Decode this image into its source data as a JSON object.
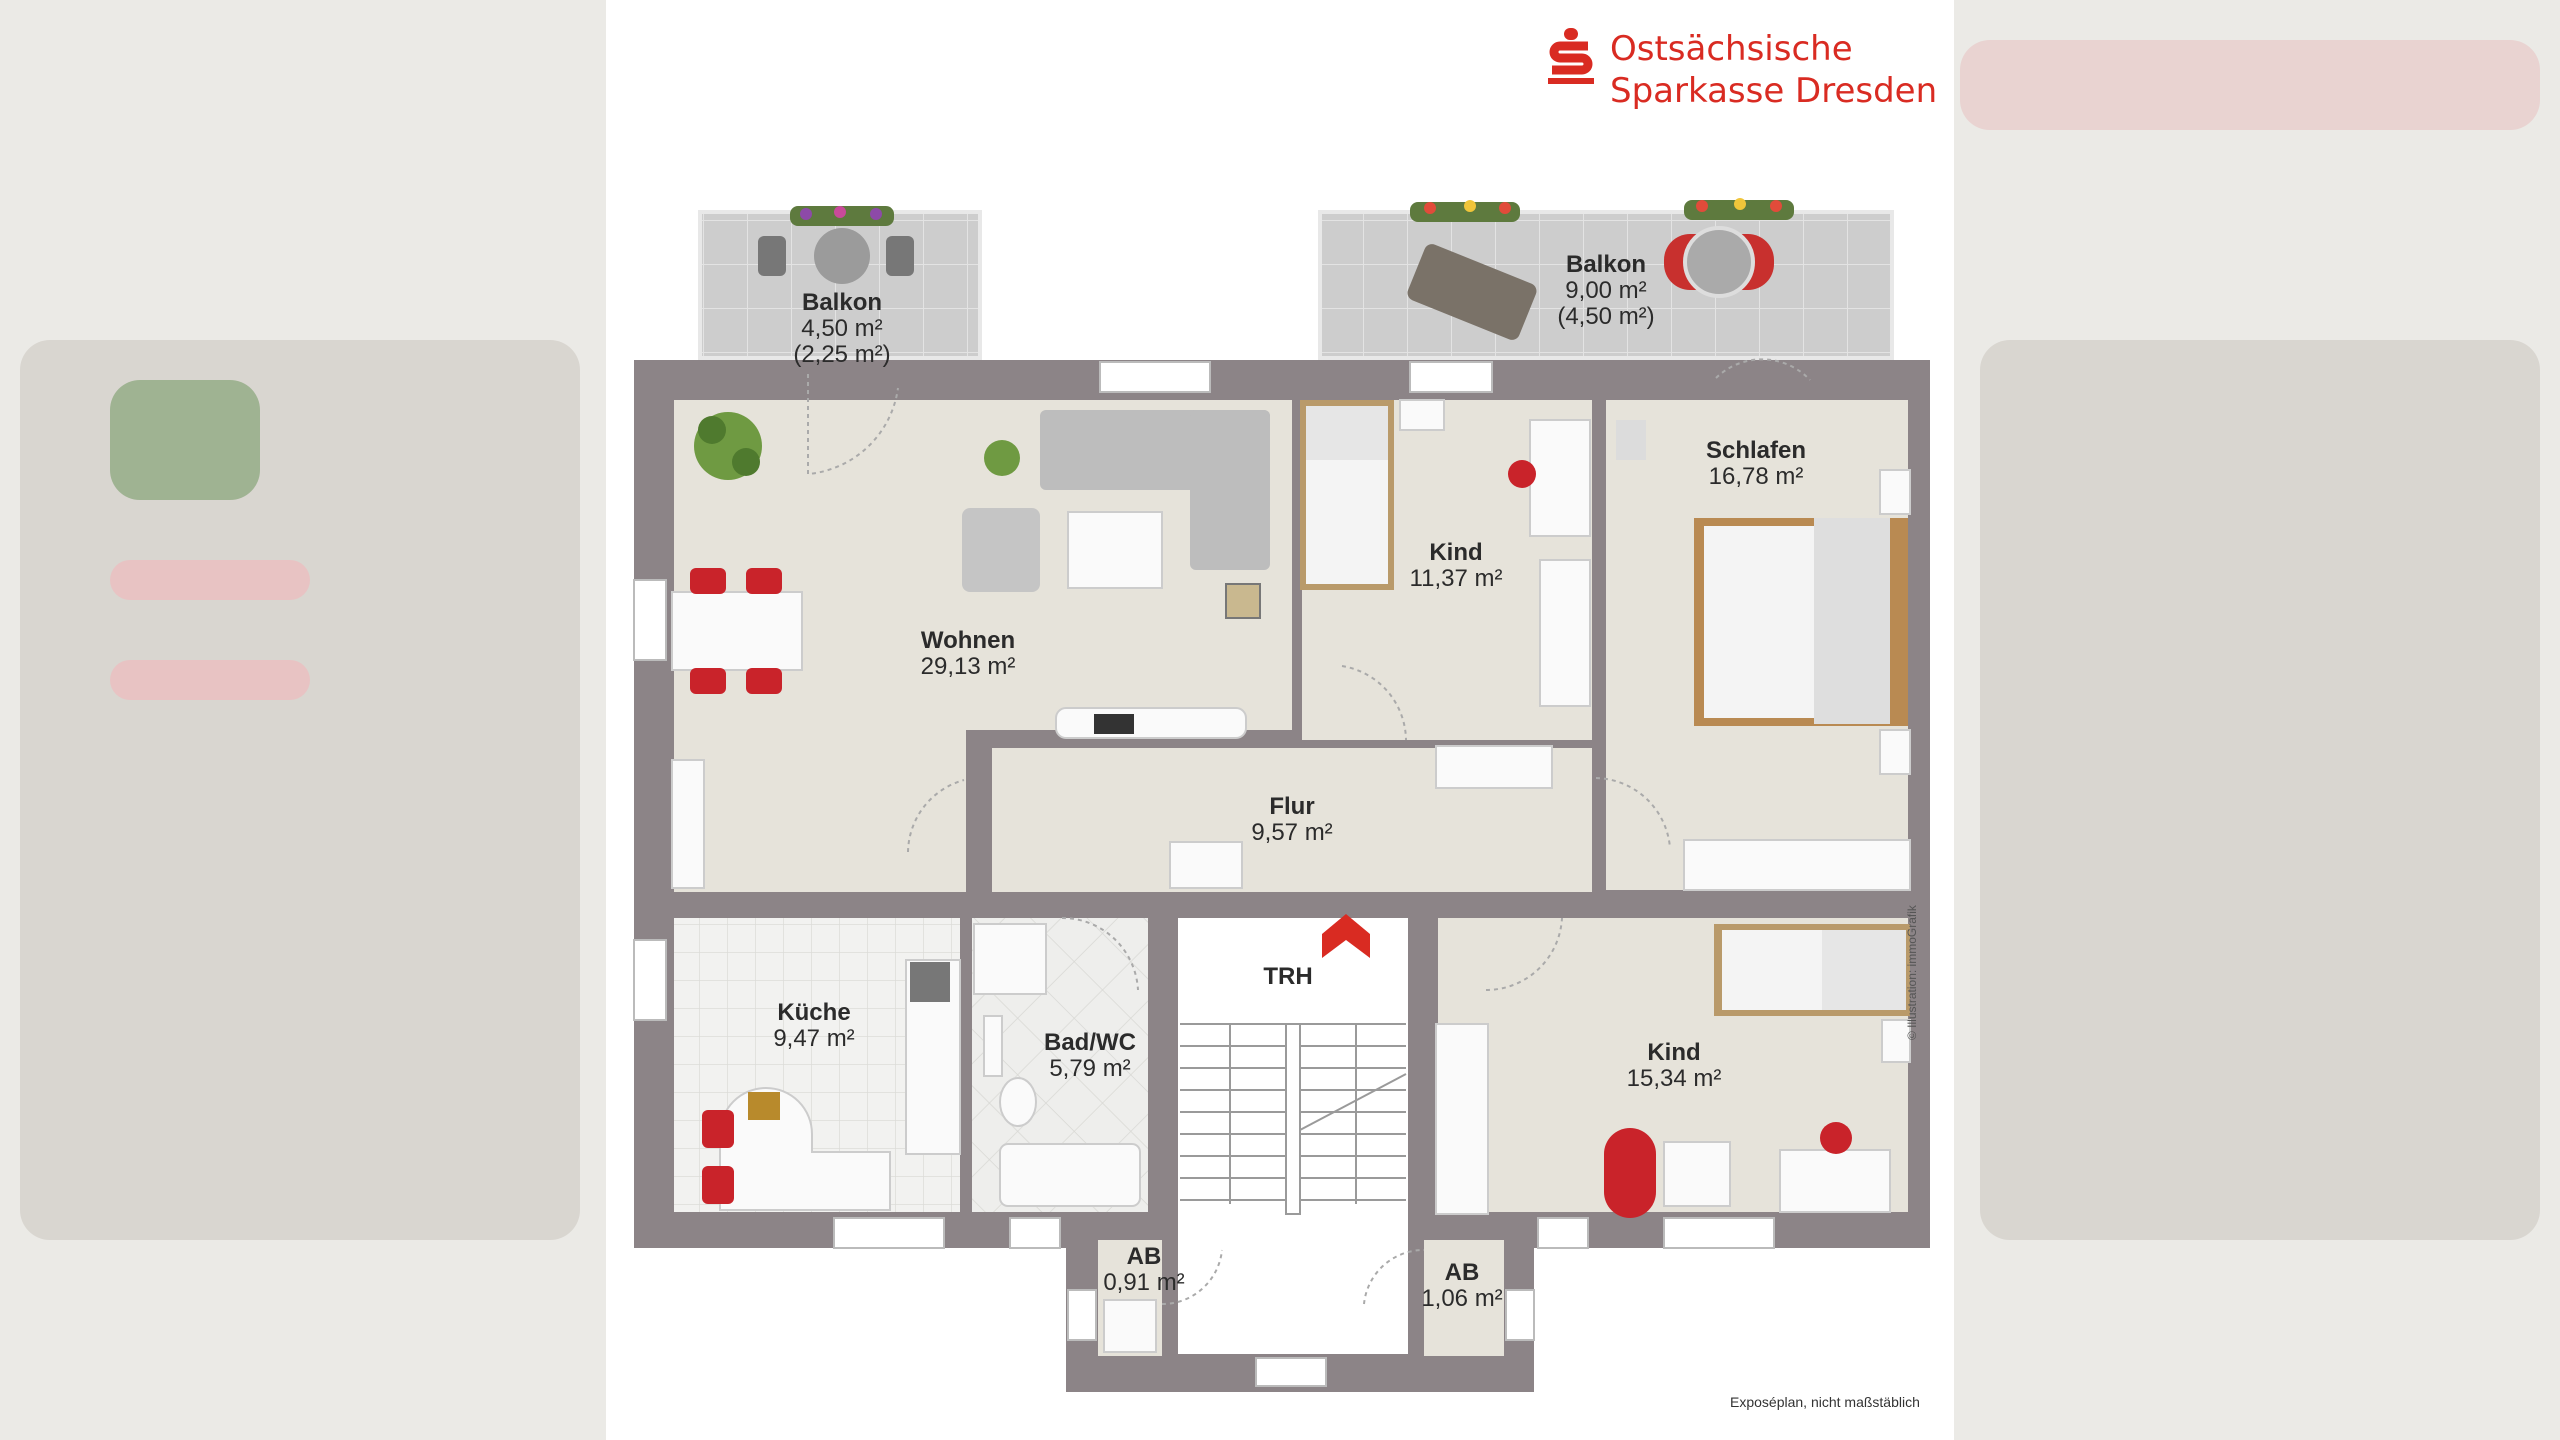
{
  "brand": {
    "line1": "Ostsächsische",
    "line2": "Sparkasse Dresden",
    "color": "#d92b22"
  },
  "rooms": {
    "balkon_left": {
      "name": "Balkon",
      "area": "4,50 m²",
      "area2": "(2,25 m²)"
    },
    "balkon_right": {
      "name": "Balkon",
      "area": "9,00 m²",
      "area2": "(4,50 m²)"
    },
    "wohnen": {
      "name": "Wohnen",
      "area": "29,13 m²"
    },
    "kind1": {
      "name": "Kind",
      "area": "11,37 m²"
    },
    "schlafen": {
      "name": "Schlafen",
      "area": "16,78 m²"
    },
    "flur": {
      "name": "Flur",
      "area": "9,57 m²"
    },
    "kueche": {
      "name": "Küche",
      "area": "9,47 m²"
    },
    "bad": {
      "name": "Bad/WC",
      "area": "5,79 m²"
    },
    "trh": {
      "name": "TRH"
    },
    "kind2": {
      "name": "Kind",
      "area": "15,34 m²"
    },
    "ab1": {
      "name": "AB",
      "area": "0,91 m²"
    },
    "ab2": {
      "name": "AB",
      "area": "1,06 m²"
    }
  },
  "footnote": "Exposéplan, nicht maßstäblich",
  "credit": "© Illustration: immoGrafik",
  "colors": {
    "wall": "#8c8487",
    "floor": "#e8e5dc",
    "tile": "#efefef",
    "balcony": "#cfcfcf",
    "accent": "#d92b22"
  }
}
